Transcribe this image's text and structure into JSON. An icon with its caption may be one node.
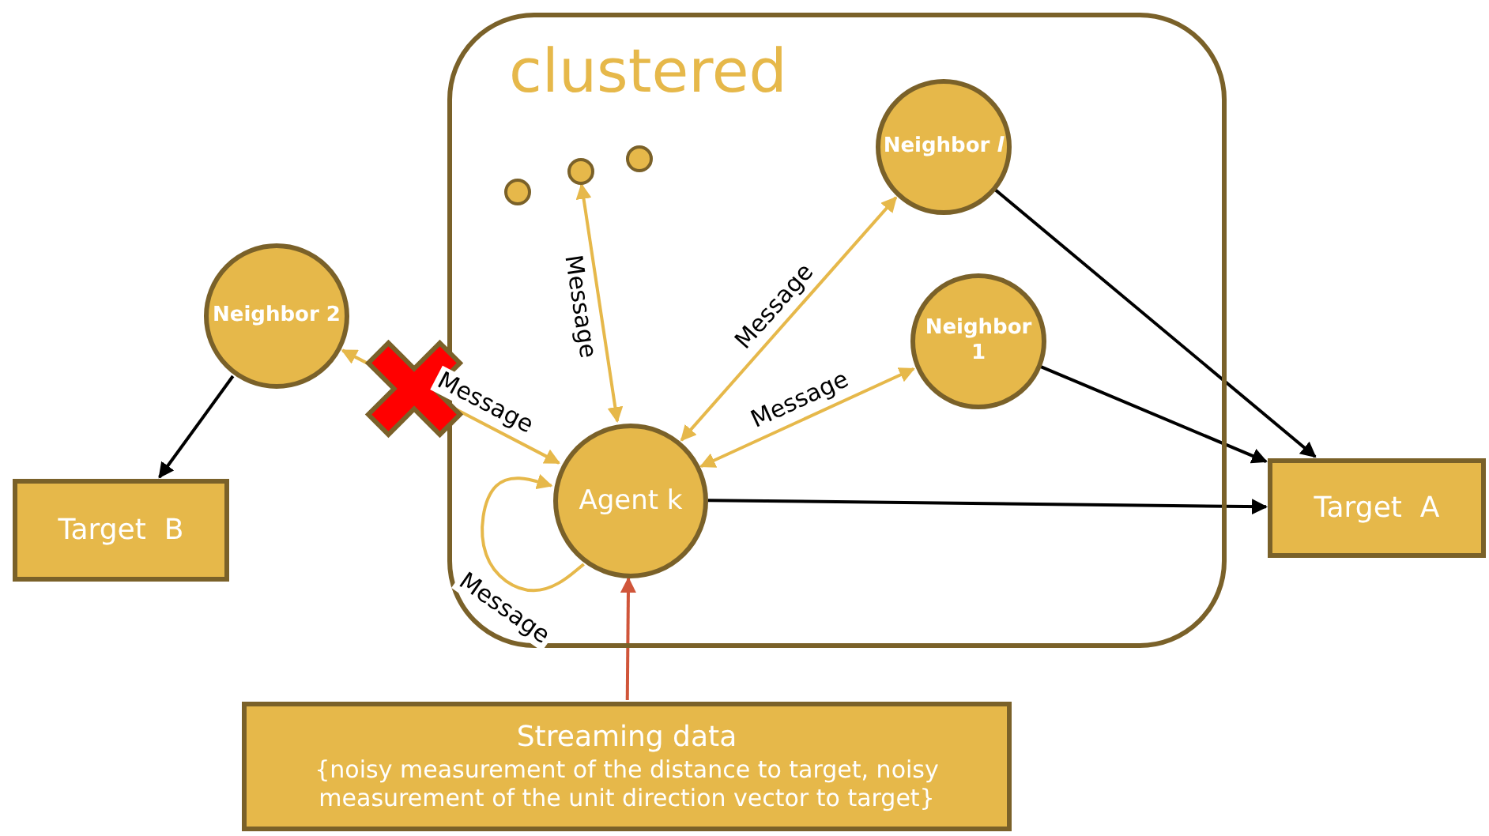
{
  "diagram": {
    "nodes": [
      {
        "text": [
          "clustered"
        ]
      },
      {
        "text": [],
        "shape": "circle",
        "in": 0
      },
      {
        "text": [],
        "shape": "circle",
        "in": 0
      },
      {
        "text": [],
        "shape": "circle",
        "in": 0
      },
      {
        "text": [
          "Neighbor *l*"
        ],
        "in": 0
      },
      {
        "text": [
          "Neighbor 1"
        ],
        "in": 0
      },
      {
        "text": [
          "Neighbor 2"
        ]
      },
      {
        "text": [
          "Agent k"
        ],
        "in": 0
      },
      {
        "text": [
          "Target  B"
        ]
      },
      {
        "text": [
          "Target  A"
        ]
      },
      {
        "text": [
          "Streaming data",
          "{noisy measurement of the distance to target, noisy measurement of the unit direction vector to target}"
        ]
      }
    ],
    "edges": [
      {
        "from": 7,
        "to": 6,
        "arrow": "both",
        "label": "Message",
        "color": "#e6b84a"
      },
      {
        "from": 7,
        "to": 2,
        "arrow": "both",
        "label": "Message",
        "color": "#e6b84a"
      },
      {
        "from": 7,
        "to": 4,
        "arrow": "both",
        "label": "Message",
        "color": "#e6b84a"
      },
      {
        "from": 7,
        "to": 5,
        "arrow": "both",
        "label": "Message",
        "color": "#e6b84a"
      },
      {
        "from": 7,
        "to": 7,
        "arrow": "to",
        "label": "Message",
        "color": "#e6b84a"
      },
      {
        "from": 6,
        "to": 8,
        "arrow": "to",
        "color": "#000000"
      },
      {
        "from": 4,
        "to": 9,
        "arrow": "to",
        "color": "#000000"
      },
      {
        "from": 5,
        "to": 9,
        "arrow": "to",
        "color": "#000000"
      },
      {
        "from": 7,
        "to": 9,
        "arrow": "to",
        "color": "#000000"
      },
      {
        "from": 10,
        "to": 7,
        "arrow": "to",
        "color": "#d0553a"
      }
    ]
  }
}
